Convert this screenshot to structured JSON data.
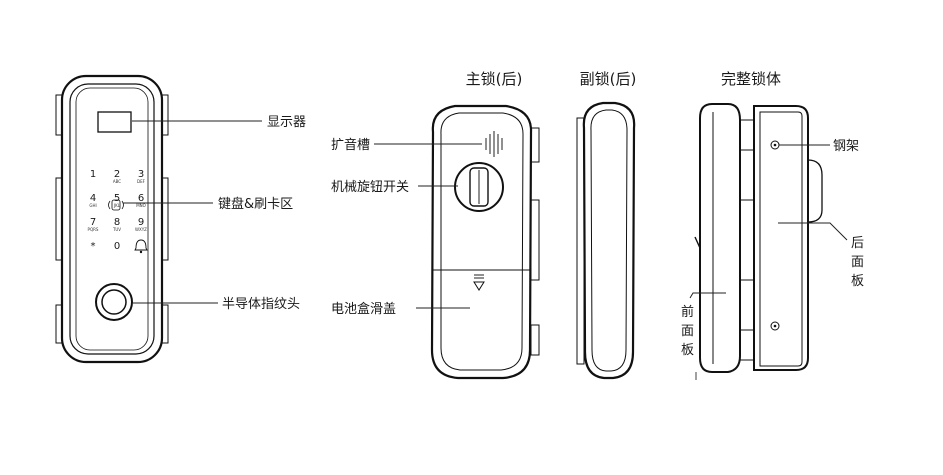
{
  "titles": {
    "main_lock_back": "主锁(后)",
    "sub_lock_back": "副锁(后)",
    "complete_lock": "完整锁体"
  },
  "labels": {
    "display": "显示器",
    "keypad_card": "键盘&刷卡区",
    "fingerprint": "半导体指纹头",
    "speaker": "扩音槽",
    "mech_switch": "机械旋钮开关",
    "battery_cover": "电池盒滑盖",
    "steel_frame": "钢架",
    "rear_panel": [
      "后",
      "面",
      "板"
    ],
    "front_panel": [
      "前",
      "面",
      "板"
    ]
  },
  "keypad": {
    "rows": [
      [
        {
          "main": "1",
          "sub": ""
        },
        {
          "main": "2",
          "sub": "ABC"
        },
        {
          "main": "3",
          "sub": "DEF"
        }
      ],
      [
        {
          "main": "4",
          "sub": "GHI"
        },
        {
          "main": "5",
          "sub": "JKL"
        },
        {
          "main": "6",
          "sub": "MNO"
        }
      ],
      [
        {
          "main": "7",
          "sub": "PQRS"
        },
        {
          "main": "8",
          "sub": "TUV"
        },
        {
          "main": "9",
          "sub": "WXYZ"
        }
      ],
      [
        {
          "main": "*",
          "sub": ""
        },
        {
          "main": "0",
          "sub": ""
        },
        {
          "main": "#",
          "sub": ""
        }
      ]
    ]
  },
  "colors": {
    "outline": "#111111",
    "text": "#1a1a1a",
    "background": "#ffffff"
  }
}
